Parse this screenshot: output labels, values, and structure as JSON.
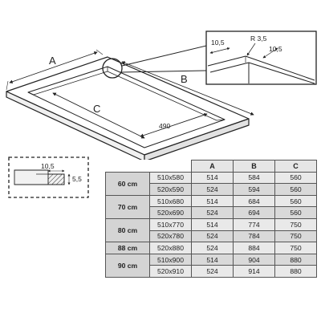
{
  "diagram": {
    "labels": {
      "a": "A",
      "b": "B",
      "c": "C",
      "inner_length": "490"
    },
    "detail_corner": {
      "width": "10,5",
      "radius": "R 3,5",
      "depth": "10,5"
    },
    "detail_profile": {
      "width": "10,5",
      "height": "5,5"
    }
  },
  "table": {
    "headers": [
      "",
      "A",
      "B",
      "C"
    ],
    "groups": [
      {
        "size": "60 cm",
        "rows": [
          [
            "510x580",
            "514",
            "584",
            "560"
          ],
          [
            "520x590",
            "524",
            "594",
            "560"
          ]
        ]
      },
      {
        "size": "70 cm",
        "rows": [
          [
            "510x680",
            "514",
            "684",
            "560"
          ],
          [
            "520x690",
            "524",
            "694",
            "560"
          ]
        ]
      },
      {
        "size": "80 cm",
        "rows": [
          [
            "510x770",
            "514",
            "774",
            "750"
          ],
          [
            "520x780",
            "524",
            "784",
            "750"
          ]
        ]
      },
      {
        "size": "88 cm",
        "rows": [
          [
            "520x880",
            "524",
            "884",
            "750"
          ]
        ]
      },
      {
        "size": "90 cm",
        "rows": [
          [
            "510x900",
            "514",
            "904",
            "880"
          ],
          [
            "520x910",
            "524",
            "914",
            "880"
          ]
        ]
      }
    ]
  }
}
